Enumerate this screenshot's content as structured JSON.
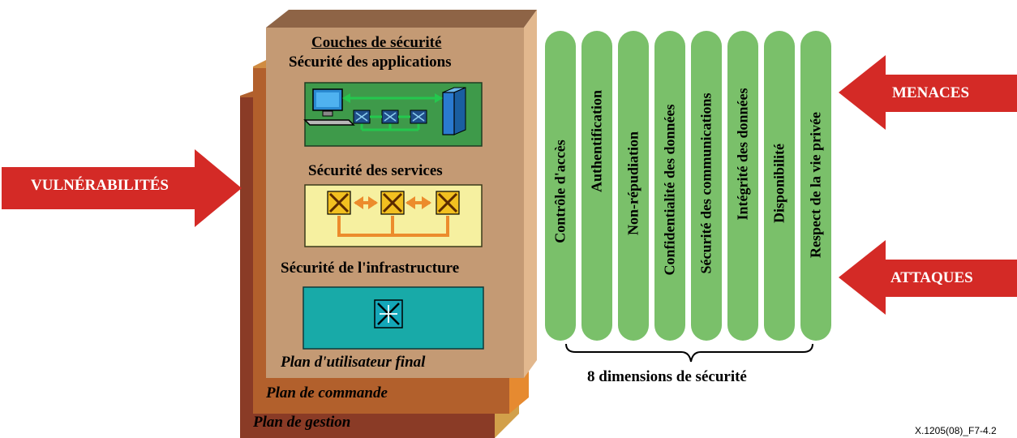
{
  "threats": {
    "vulnerabilities": "VULNÉRABILITÉS",
    "threats": "MENACES",
    "attacks": "ATTAQUES"
  },
  "planes": {
    "management": "Plan de gestion",
    "control": "Plan de commande",
    "end_user": "Plan d'utilisateur final"
  },
  "layers": {
    "heading": "Couches de sécurité",
    "applications": "Sécurité des applications",
    "services": "Sécurité des services",
    "infrastructure": "Sécurité de l'infrastructure"
  },
  "dimensions": [
    "Contrôle d'accès",
    "Authentification",
    "Non-répudiation",
    "Confidentialité des données",
    "Sécurité des communications",
    "Intégrité des données",
    "Disponibilité",
    "Respect de la vie privée"
  ],
  "dimensions_caption": "8 dimensions de sécurité",
  "figure_ref": "X.1205(08)_F7-4.2",
  "colors": {
    "arrow_red": "#d42a26",
    "dimension_green": "#7ac06a",
    "plane_end_user": "#c49a74",
    "plane_control": "#b2602c",
    "plane_management": "#8a3b26",
    "apps_box": "#3e9a4a",
    "services_box": "#f6f0a0",
    "infra_box": "#18aaa8"
  }
}
